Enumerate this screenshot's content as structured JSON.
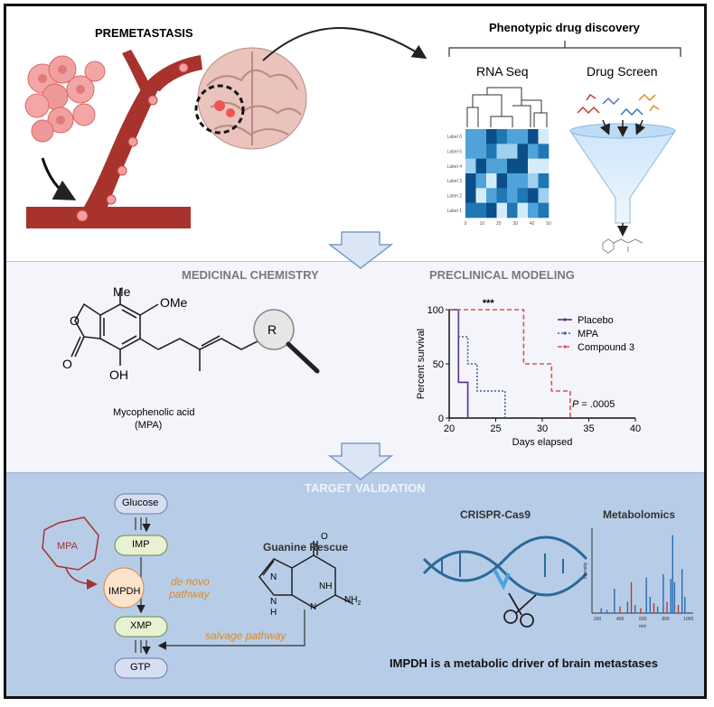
{
  "sections": {
    "premetastasis": "PREMETASTASIS",
    "phenotypic": "Phenotypic drug discovery",
    "rnaseq": "RNA Seq",
    "drugscreen": "Drug Screen",
    "medchem": "MEDICINAL CHEMISTRY",
    "preclinical": "PRECLINICAL MODELING",
    "target": "TARGET VALIDATION"
  },
  "heatmap": {
    "row_labels": [
      "Label 6",
      "Label 5",
      "Label 4",
      "Label 3",
      "Label 2",
      "Label 1"
    ],
    "col_ticks": [
      "0",
      "10",
      "20",
      "30",
      "40",
      "50"
    ],
    "colors": [
      "#0b4f8a",
      "#1f77b4",
      "#4fa3d9",
      "#9fd0f0",
      "#d4ecfa"
    ]
  },
  "chemistry": {
    "me": "Me",
    "ome": "OMe",
    "oh": "OH",
    "o1": "O",
    "o2": "O",
    "r": "R",
    "name1": "Mycophenolic acid",
    "name2": "(MPA)"
  },
  "chart_data": {
    "type": "line",
    "xlabel": "Days elapsed",
    "ylabel": "Percent survival",
    "xlim": [
      20,
      40
    ],
    "ylim": [
      0,
      100
    ],
    "x_ticks": [
      "20",
      "25",
      "30",
      "35",
      "40"
    ],
    "y_ticks": [
      "0",
      "50",
      "100"
    ],
    "legend_position": "top-right",
    "annotation_sig": "***",
    "annotation_p": "P",
    "annotation_p_value": " = .0005",
    "series": [
      {
        "name": "Placebo",
        "color": "#5b2c83",
        "dash": "none",
        "points": [
          [
            20,
            100
          ],
          [
            21,
            100
          ],
          [
            21,
            33
          ],
          [
            22,
            33
          ],
          [
            22,
            0
          ]
        ]
      },
      {
        "name": "MPA",
        "color": "#4a5a8c",
        "dash": "2,2",
        "points": [
          [
            20,
            100
          ],
          [
            21,
            100
          ],
          [
            21,
            75
          ],
          [
            22,
            75
          ],
          [
            22,
            50
          ],
          [
            23,
            50
          ],
          [
            23,
            25
          ],
          [
            26,
            25
          ],
          [
            26,
            0
          ]
        ]
      },
      {
        "name": "Compound 3",
        "color": "#e0504a",
        "dash": "5,3",
        "points": [
          [
            20,
            100
          ],
          [
            28,
            100
          ],
          [
            28,
            50
          ],
          [
            31,
            50
          ],
          [
            31,
            25
          ],
          [
            33,
            25
          ],
          [
            33,
            0
          ]
        ]
      }
    ]
  },
  "pathway": {
    "glucose": "Glucose",
    "imp": "IMP",
    "impdh": "IMPDH",
    "xmp": "XMP",
    "gtp": "GTP",
    "mpa": "MPA",
    "denovo1": "de novo",
    "denovo2": "pathway",
    "salvage": "salvage pathway",
    "guanine_title": "Guanine Rescue",
    "g_n1": "N",
    "g_n2": "NH",
    "g_n3": "N",
    "g_n4": "N",
    "g_o": "O",
    "g_nh2": "NH",
    "g_nh2_sub": "2",
    "g_h": "H"
  },
  "crispr": "CRISPR-Cas9",
  "metabolomics": {
    "title": "Metabolomics",
    "xlabel": "m/z",
    "ylabel": "Intensity",
    "x_ticks": [
      "200",
      "400",
      "600",
      "800",
      "1000"
    ]
  },
  "conclusion": "IMPDH is a metabolic driver of brain metastases"
}
